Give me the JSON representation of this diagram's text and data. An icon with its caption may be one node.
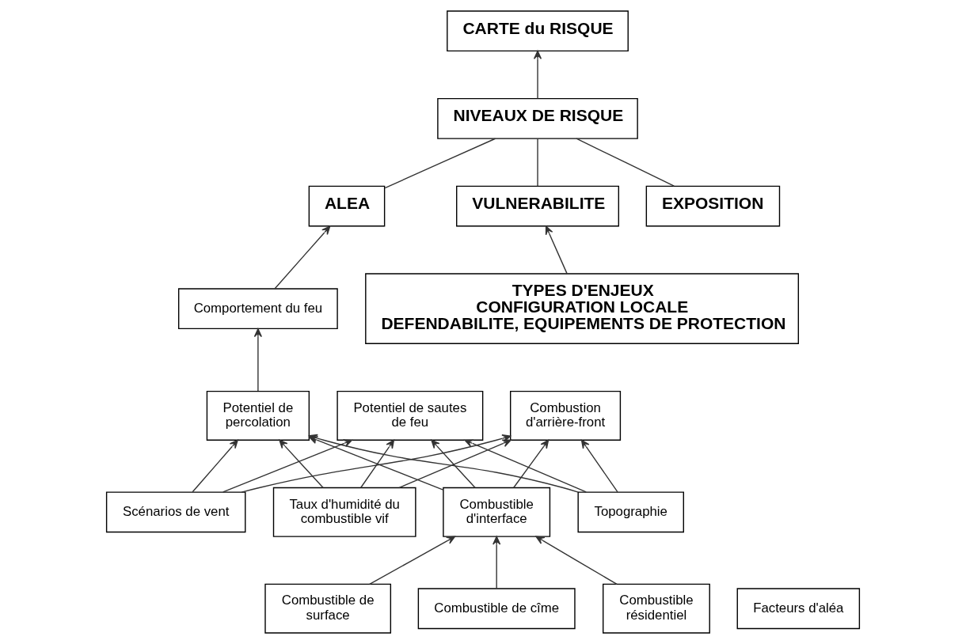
{
  "diagram": {
    "nodes": [
      {
        "text": [
          "CARTE du RISQUE"
        ]
      },
      {
        "text": [
          "NIVEAUX DE RISQUE"
        ]
      },
      {
        "text": [
          "ALEA"
        ]
      },
      {
        "text": [
          "VULNERABILITE"
        ]
      },
      {
        "text": [
          "EXPOSITION"
        ]
      },
      {
        "text": [
          "Comportement du feu"
        ]
      },
      {
        "text": [
          "TYPES D'ENJEUX",
          "CONFIGURATION LOCALE",
          "DEFENDABILITE, EQUIPEMENTS DE PROTECTION"
        ]
      },
      {
        "text": [
          "Facteurs d'aléa"
        ]
      },
      {
        "text": [
          "Combustible de surface"
        ]
      },
      {
        "text": [
          "Combustible de cîme"
        ]
      },
      {
        "text": [
          "Combustible résidentiel"
        ]
      },
      {
        "text": [
          "Combustible d'interface"
        ]
      },
      {
        "text": [
          "Topographie"
        ]
      },
      {
        "text": [
          "Scénarios de vent"
        ]
      },
      {
        "text": [
          "Taux d'humidité du combustible vif"
        ]
      },
      {
        "text": [
          "Potentiel de percolation"
        ]
      },
      {
        "text": [
          "Potentiel de sautes de feu"
        ]
      },
      {
        "text": [
          "Combustion d'arrière-front"
        ]
      }
    ],
    "edges": [
      {
        "from": 1,
        "to": 0,
        "arrow": "to"
      },
      {
        "from": 2,
        "to": 1,
        "arrow": "none"
      },
      {
        "from": 3,
        "to": 1,
        "arrow": "none"
      },
      {
        "from": 4,
        "to": 1,
        "arrow": "none"
      },
      {
        "from": 5,
        "to": 2,
        "arrow": "to"
      },
      {
        "from": 6,
        "to": 3,
        "arrow": "to"
      },
      {
        "from": 15,
        "to": 5,
        "arrow": "to"
      },
      {
        "from": 8,
        "to": 11,
        "arrow": "to"
      },
      {
        "from": 9,
        "to": 11,
        "arrow": "to"
      },
      {
        "from": 10,
        "to": 11,
        "arrow": "to"
      },
      {
        "from": 11,
        "to": 15,
        "arrow": "to"
      },
      {
        "from": 11,
        "to": 16,
        "arrow": "to"
      },
      {
        "from": 11,
        "to": 17,
        "arrow": "to"
      },
      {
        "from": 12,
        "to": 15,
        "arrow": "to"
      },
      {
        "from": 12,
        "to": 16,
        "arrow": "to"
      },
      {
        "from": 12,
        "to": 17,
        "arrow": "to"
      },
      {
        "from": 13,
        "to": 15,
        "arrow": "to"
      },
      {
        "from": 13,
        "to": 16,
        "arrow": "to"
      },
      {
        "from": 13,
        "to": 17,
        "arrow": "to"
      },
      {
        "from": 14,
        "to": 15,
        "arrow": "to"
      },
      {
        "from": 14,
        "to": 16,
        "arrow": "to"
      },
      {
        "from": 14,
        "to": 17,
        "arrow": "to"
      }
    ]
  }
}
